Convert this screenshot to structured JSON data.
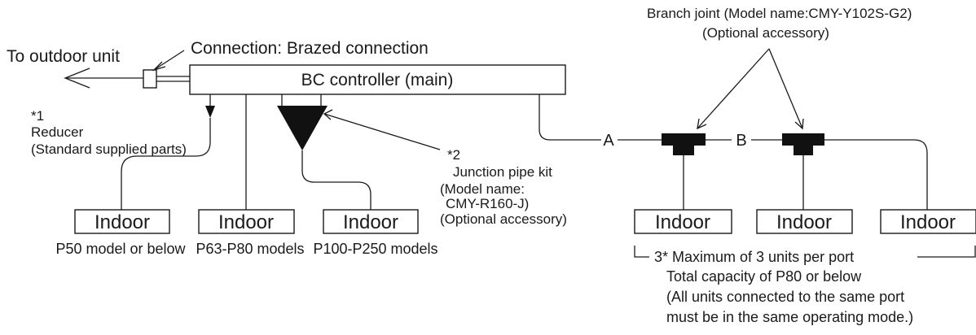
{
  "labels": {
    "to_outdoor": "To outdoor unit",
    "connection": "Connection: Brazed connection",
    "bc_controller": "BC controller (main)",
    "reducer_num": "*1",
    "reducer_title": "Reducer",
    "reducer_note": "(Standard supplied parts)",
    "junction_num": "*2",
    "junction_title": "Junction pipe kit",
    "junction_model_1": "(Model name:",
    "junction_model_2": "CMY-R160-J)",
    "junction_optional": "(Optional accessory)",
    "branch_joint": "Branch joint  (Model name:CMY-Y102S-G2)",
    "branch_optional": "(Optional accessory)",
    "pipe_a": "A",
    "pipe_b": "B",
    "port_note_1": "3*  Maximum of 3 units per port",
    "port_note_2": "Total capacity of P80 or below",
    "port_note_3": "(All units connected to the same port",
    "port_note_4": "must be in the same operating mode.)"
  },
  "indoor_units": [
    {
      "label": "Indoor",
      "caption": "P50 model or below"
    },
    {
      "label": "Indoor",
      "caption": "P63-P80 models"
    },
    {
      "label": "Indoor",
      "caption": "P100-P250 models"
    },
    {
      "label": "Indoor",
      "caption": ""
    },
    {
      "label": "Indoor",
      "caption": ""
    },
    {
      "label": "Indoor",
      "caption": ""
    }
  ]
}
